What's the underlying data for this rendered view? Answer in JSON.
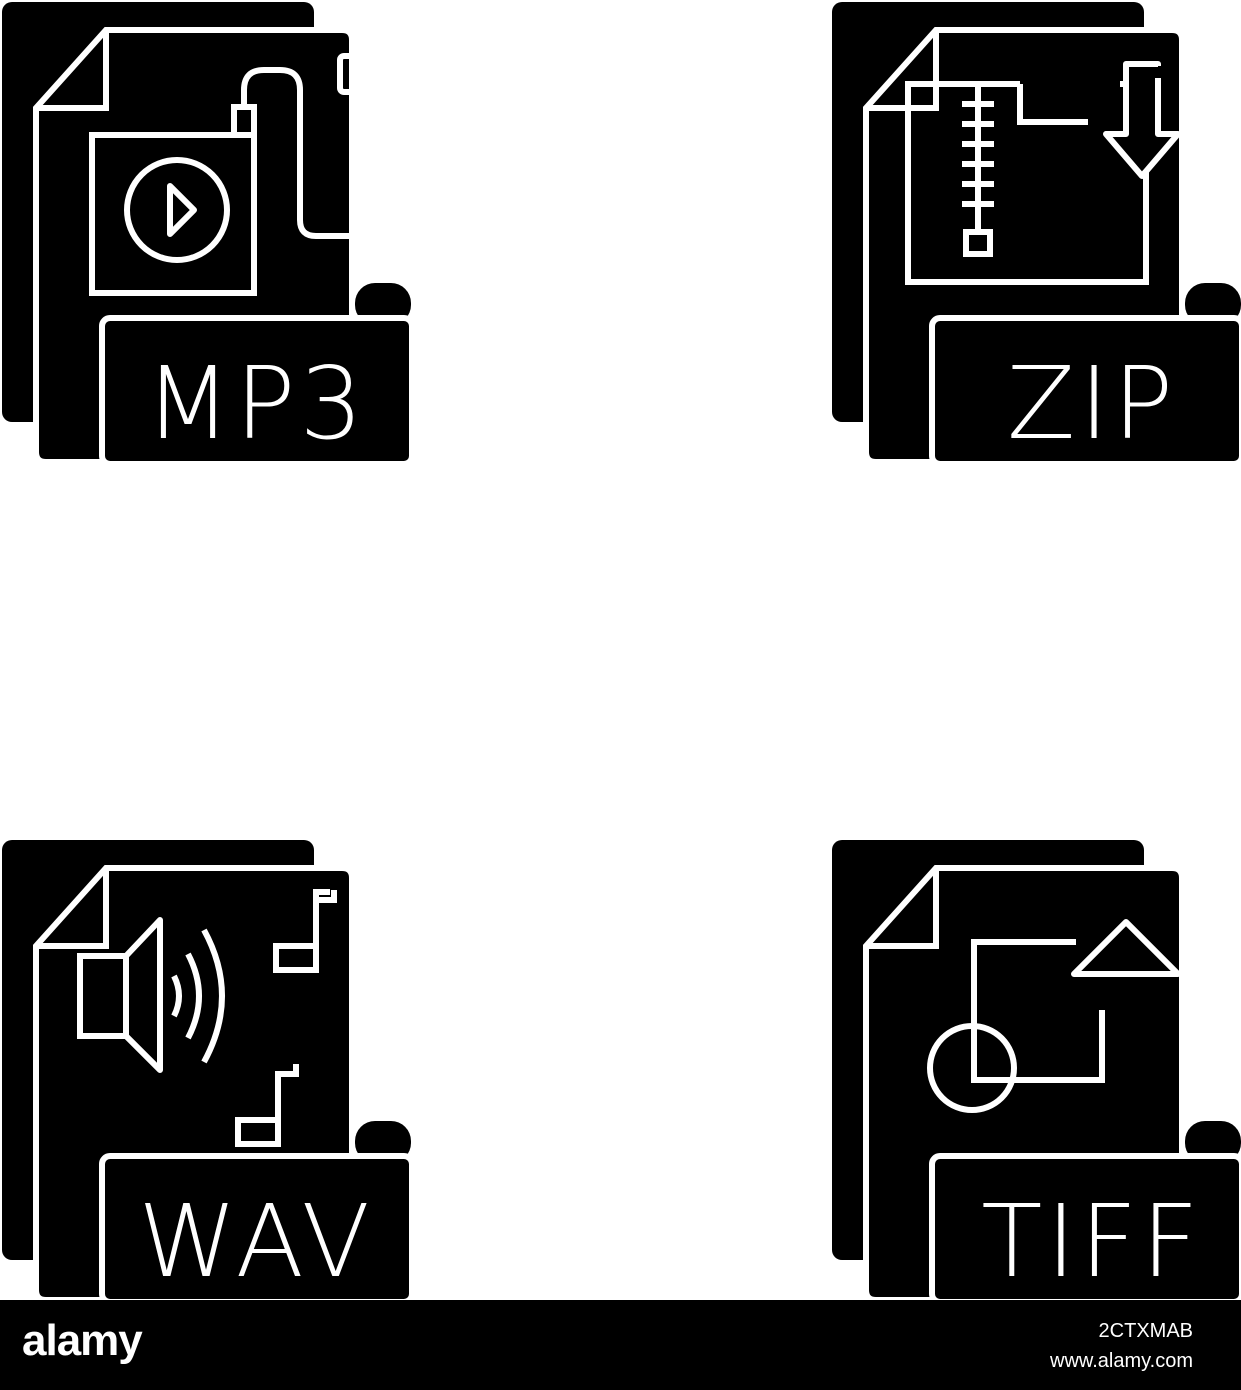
{
  "icons": [
    {
      "label": "MP3",
      "name": "mp3-file-icon"
    },
    {
      "label": "ZIP",
      "name": "zip-file-icon"
    },
    {
      "label": "WAV",
      "name": "wav-file-icon"
    },
    {
      "label": "TIFF",
      "name": "tiff-file-icon"
    }
  ],
  "footer": {
    "logo": "alamy",
    "image_id": "2CTXMAB",
    "url": "www.alamy.com"
  },
  "colors": {
    "icon": "#000000",
    "stroke": "#ffffff",
    "background": "#ffffff"
  }
}
